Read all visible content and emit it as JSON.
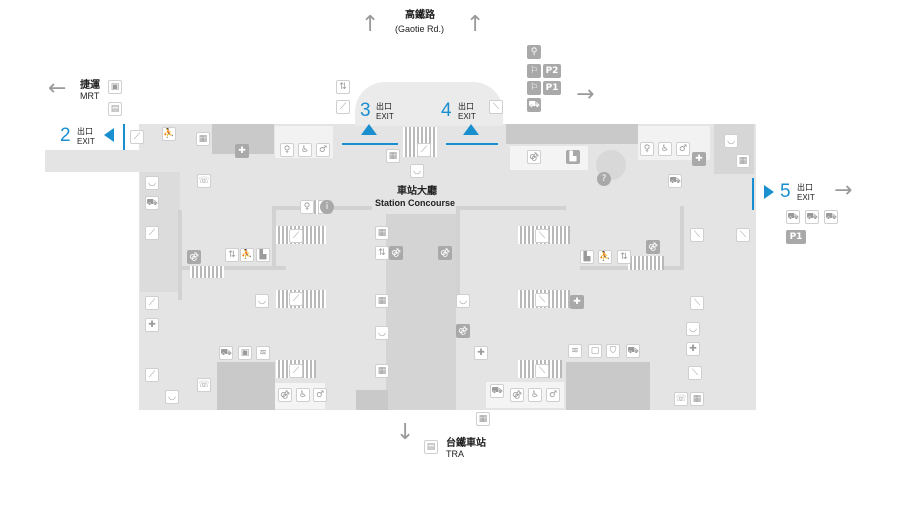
{
  "top": {
    "cn": "高鐵路",
    "en": "(Gaotie Rd.)"
  },
  "bottom": {
    "cn": "台鐵車站",
    "en": "TRA"
  },
  "mrt": {
    "cn": "捷運",
    "en": "MRT"
  },
  "concourse": {
    "cn": "車站大廳",
    "en": "Station Concourse"
  },
  "exits": [
    {
      "num": "2",
      "cn": "出口",
      "en": "EXIT"
    },
    {
      "num": "3",
      "cn": "出口",
      "en": "EXIT"
    },
    {
      "num": "4",
      "cn": "出口",
      "en": "EXIT"
    },
    {
      "num": "5",
      "cn": "出口",
      "en": "EXIT"
    }
  ],
  "parking": {
    "p2": "P2",
    "p1": "P1",
    "p1_right": "P1"
  },
  "icons": {
    "restroom": "restroom-icon",
    "accessible": "accessible-icon",
    "escalator": "escalator-icon",
    "elevator": "elevator-icon",
    "gift": "gift-shop-icon",
    "food": "food-icon",
    "info": "info-icon",
    "wifi": "wifi-icon",
    "phone": "phone-icon",
    "atm": "atm-icon",
    "taxi": "taxi-icon",
    "bike": "bike-icon",
    "medical": "medical-icon"
  },
  "colors": {
    "accent": "#1a8fd0",
    "floor": "#e4e4e4",
    "block": "#c9c9c9",
    "icon": "#a9a9a9"
  }
}
